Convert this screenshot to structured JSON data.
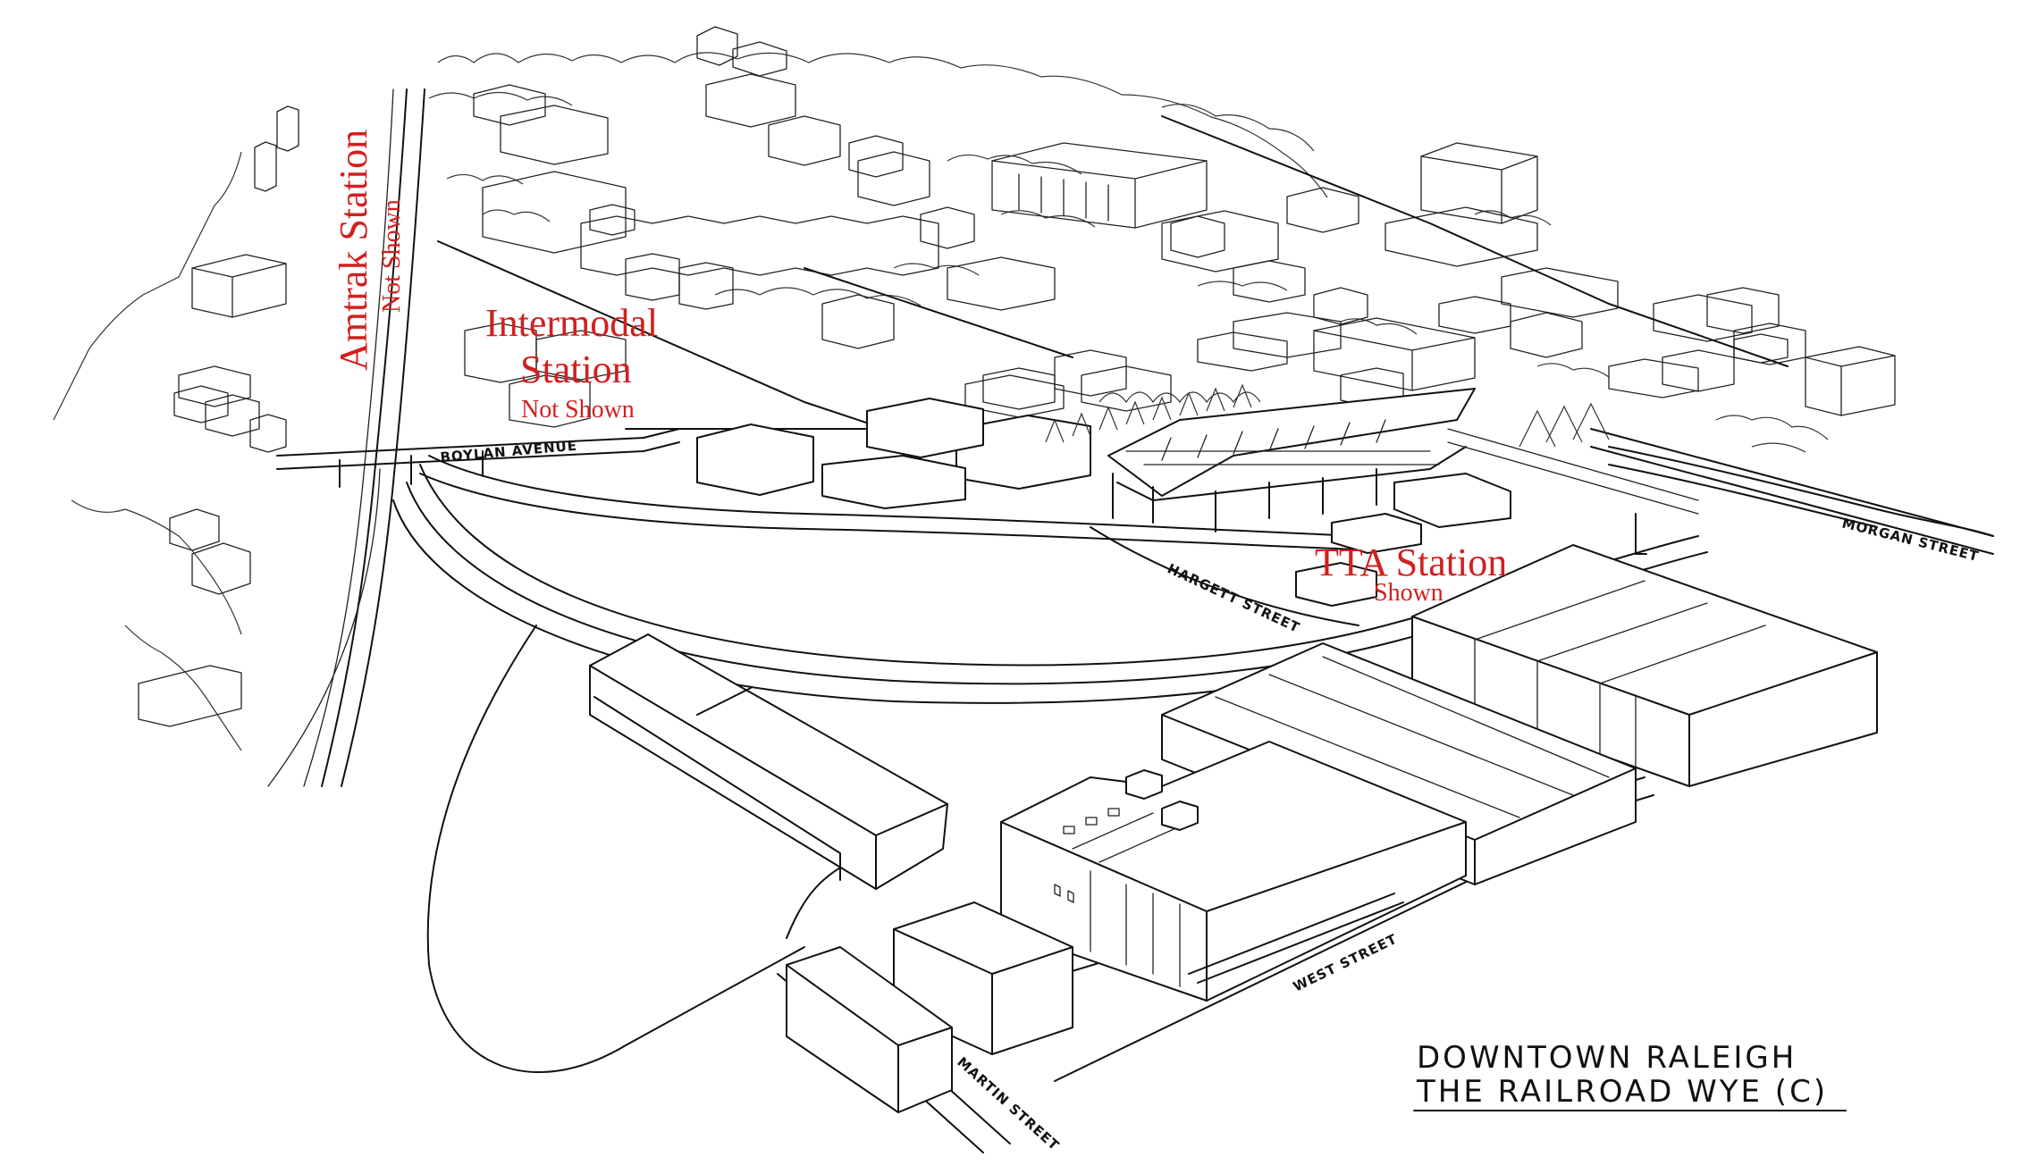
{
  "labels": {
    "amtrak": {
      "title": "Amtrak Station",
      "status": "Not Shown"
    },
    "intermodal": {
      "title_line1": "Intermodal",
      "title_line2": "Station",
      "status": "Not Shown"
    },
    "tta": {
      "title": "TTA Station",
      "status": "Shown"
    }
  },
  "streets": {
    "boylan": "BOYLAN AVENUE",
    "hargett": "HARGETT STREET",
    "morgan": "MORGAN STREET",
    "west": "WEST STREET",
    "martin": "MARTIN STREET"
  },
  "title_block": {
    "line1": "DOWNTOWN RALEIGH",
    "line2": "THE RAILROAD WYE (C)"
  },
  "colors": {
    "annotation": "#d21f1f",
    "ink": "#111111",
    "paper": "#ffffff"
  }
}
